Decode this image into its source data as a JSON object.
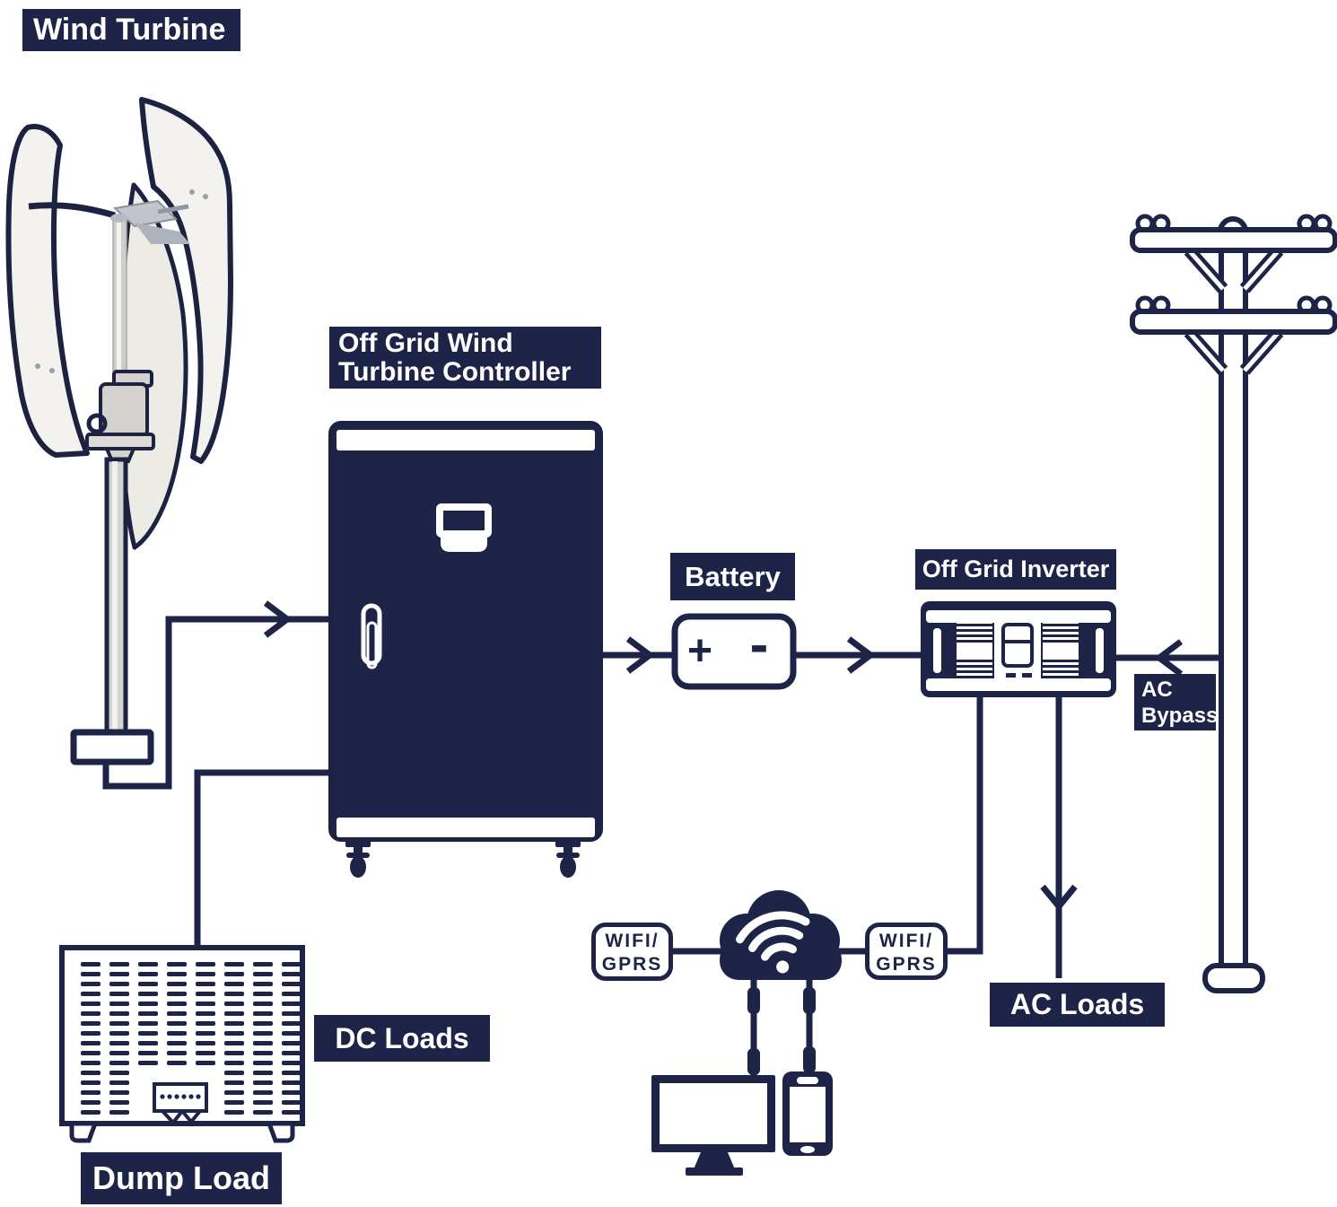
{
  "colors": {
    "navy": "#1e2448",
    "outline": "#1c2240",
    "white": "#ffffff",
    "metal_gray": "#d3d2cf"
  },
  "labels": {
    "wind_turbine": "Wind Turbine",
    "controller_line1": "Off Grid Wind",
    "controller_line2": "Turbine Controller",
    "battery": "Battery",
    "inverter": "Off Grid Inverter",
    "ac_bypass_line1": "AC",
    "ac_bypass_line2": "Bypass",
    "ac_loads": "AC Loads",
    "dc_loads": "DC Loads",
    "dump_load": "Dump Load"
  },
  "battery_symbols": {
    "plus": "+",
    "minus": "-"
  },
  "wifi_boxes": {
    "left_line1": "WIFI/",
    "left_line2": "GPRS",
    "right_line1": "WIFI/",
    "right_line2": "GPRS"
  },
  "icons": {
    "wind_turbine": "wind-turbine-icon",
    "utility_pole": "utility-pole-icon",
    "controller_cabinet": "controller-cabinet-icon",
    "battery": "battery-icon",
    "inverter": "inverter-icon",
    "dump_load": "dump-load-icon",
    "cloud": "cloud-icon",
    "wifi": "wifi-icon",
    "monitor": "monitor-icon",
    "smartphone": "smartphone-icon",
    "arrow": "arrow-icon"
  }
}
